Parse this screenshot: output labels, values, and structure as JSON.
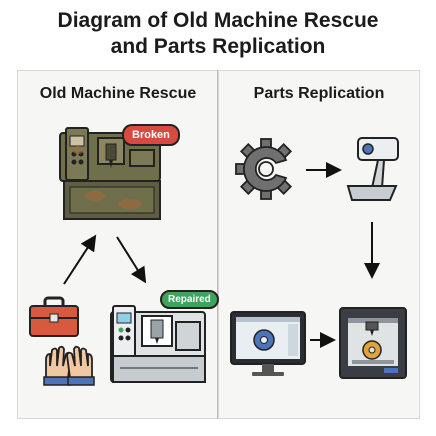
{
  "title_line1": "Diagram of Old Machine Rescue",
  "title_line2": "and Parts Replication",
  "left_panel": {
    "title": "Old Machine Rescue",
    "broken_badge": "Broken",
    "repaired_badge": "Repaired"
  },
  "right_panel": {
    "title": "Parts Replication"
  },
  "icons": [
    "broken-machine-icon",
    "toolbox-icon",
    "hands-icon",
    "repaired-machine-icon",
    "gear-icon",
    "3d-scanner-icon",
    "computer-cad-icon",
    "3d-printer-icon"
  ],
  "colors": {
    "broken": "#d64a3f",
    "repaired": "#3fa35c",
    "rust_machine": "#6f6f4c",
    "toolbox": "#d65a3e",
    "gear": "#707070"
  }
}
